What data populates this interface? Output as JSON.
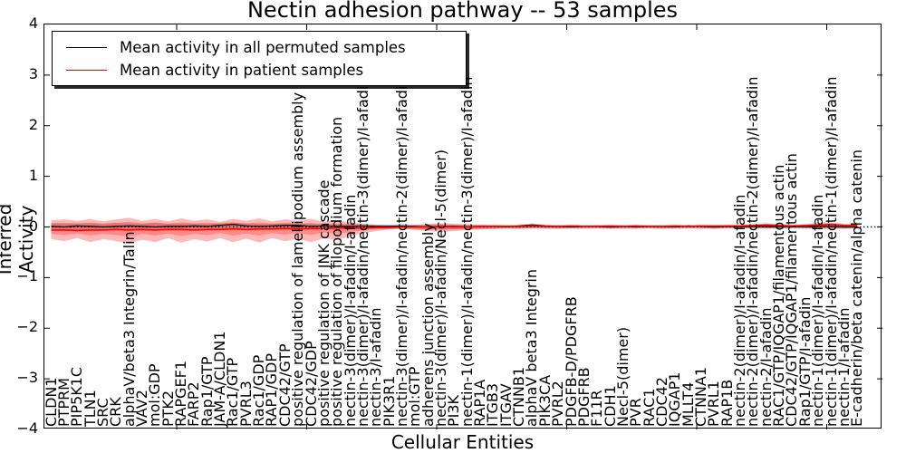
{
  "figure": {
    "title": "Nectin adhesion pathway -- 53 samples",
    "xlabel": "Cellular Entities",
    "ylabel": "Inferred Activity"
  },
  "legend": {
    "items": [
      {
        "label": "Mean activity in all permuted samples",
        "color": "#000000"
      },
      {
        "label": "Mean activity in patient samples",
        "color": "#ff0000"
      }
    ],
    "position": "upper left"
  },
  "axes": {
    "y_tick_values": [
      4,
      3,
      2,
      1,
      0,
      -1,
      -2,
      -3,
      -4
    ],
    "y_tick_labels": [
      "4",
      "3",
      "2",
      "1",
      "0",
      "−1",
      "−2",
      "−3",
      "−4"
    ],
    "x_major_tick_every": 10
  },
  "chart_data": {
    "type": "line",
    "title": "Nectin adhesion pathway -- 53 samples",
    "xlabel": "Cellular Entities",
    "ylabel": "Inferred Activity",
    "ylim": [
      -4,
      4
    ],
    "grid": false,
    "legend_position": "upper left",
    "zero_line": {
      "style": "dotted",
      "color": "#000000",
      "y": 0
    },
    "categories": [
      "CLDN1",
      "PTPRM",
      "PIP5K1C",
      "TLN1",
      "SRC",
      "CRK",
      "alphaV/beta3 Integrin/Talin",
      "VAV2",
      "mol:GDP",
      "PTK2",
      "RAPGEF1",
      "FARP2",
      "Rap1/GTP",
      "JAM-A/CLDN1",
      "Rac1/GTP",
      "PVRL3",
      "Rac1/GDP",
      "RAP1/GDP",
      "CDC42/GTP",
      "positive regulation of lamellipodium assembly",
      "CDC42/GDP",
      "positive regulation of JNK cascade",
      "positive regulation of filopodium formation",
      "nectin-3(dimer)/I-afadin/I-afadin",
      "nectin-3(dimer)/I-afadin/nectin-3(dimer)/I-afadin",
      "nectin-3/I-afadin",
      "PIK3R1",
      "nectin-3(dimer)/I-afadin/nectin-2(dimer)/I-afadin",
      "mol:GTP",
      "adherens junction assembly",
      "nectin-3(dimer)/I-afadin/Necl-5(dimer)",
      "PI3K",
      "nectin-1(dimer)/I-afadin/nectin-3(dimer)/I-afadin",
      "RAP1A",
      "ITGB3",
      "ITGAV",
      "CTNNB1",
      "alphaV beta3 Integrin",
      "PIK3CA",
      "PVRL2",
      "PDGFB-D/PDGFRB",
      "PDGFRB",
      "F11R",
      "CDH1",
      "Necl-5(dimer)",
      "PVR",
      "RAC1",
      "CDC42",
      "IQGAP1",
      "MLLT4",
      "CTNNA1",
      "PVRL1",
      "RAP1B",
      "nectin-2(dimer)/I-afadin/I-afadin",
      "nectin-2(dimer)/I-afadin/nectin-2(dimer)/I-afadin",
      "nectin-2/I-afadin",
      "RAC1/GTP/IQGAP1/filamentous actin",
      "CDC42/GTP/IQGAP1/filamentous actin",
      "Rap1/GTP/I-afadin",
      "nectin-1(dimer)/I-afadin/I-afadin",
      "nectin-1(dimer)/I-afadin/nectin-1(dimer)/I-afadin",
      "nectin-1/I-afadin",
      "E-cadherin/beta catenin/alpha catenin"
    ],
    "series": [
      {
        "name": "Mean activity in all permuted samples",
        "color": "#000000",
        "values": [
          0.01,
          0.0,
          0.02,
          0.01,
          0.0,
          0.01,
          0.02,
          0.01,
          0.0,
          0.01,
          0.01,
          0.02,
          0.01,
          0.03,
          0.05,
          0.02,
          0.01,
          0.02,
          0.03,
          0.03,
          0.01,
          0.02,
          0.01,
          0.01,
          0.02,
          0.01,
          0.01,
          0.02,
          0.01,
          0.0,
          0.01,
          0.01,
          0.0,
          0.01,
          0.01,
          0.0,
          0.02,
          0.04,
          0.02,
          0.01,
          0.0,
          0.01,
          0.01,
          0.0,
          0.01,
          0.0,
          0.01,
          0.01,
          0.0,
          0.02,
          0.01,
          0.0,
          0.01,
          0.0,
          0.01,
          0.01,
          0.0,
          0.01,
          0.0,
          0.01,
          0.01,
          0.0,
          0.0
        ]
      },
      {
        "name": "Mean activity in patient samples",
        "color": "#ff0000",
        "values": [
          -0.06,
          -0.06,
          -0.07,
          -0.06,
          -0.06,
          -0.05,
          -0.06,
          -0.05,
          -0.06,
          -0.05,
          -0.05,
          -0.06,
          -0.05,
          -0.05,
          -0.04,
          -0.05,
          -0.04,
          -0.04,
          -0.03,
          -0.04,
          -0.03,
          -0.03,
          -0.02,
          -0.02,
          -0.02,
          -0.01,
          -0.01,
          0.0,
          0.0,
          0.0,
          0.01,
          0.0,
          0.0,
          0.01,
          0.01,
          0.01,
          0.01,
          0.02,
          0.01,
          0.01,
          0.02,
          0.01,
          0.01,
          0.02,
          0.01,
          0.02,
          0.01,
          0.01,
          0.02,
          0.01,
          0.02,
          0.02,
          0.02,
          0.02,
          0.03,
          0.04,
          0.03,
          0.02,
          0.03,
          0.04,
          0.05,
          0.03,
          0.03
        ]
      }
    ],
    "bands": [
      {
        "name": "permuted-samples-band",
        "color": "#808080",
        "alpha": 0.35,
        "hi": [
          0.08,
          0.07,
          0.08,
          0.07,
          0.07,
          0.08,
          0.07,
          0.07,
          0.08,
          0.07,
          0.07,
          0.07,
          0.06,
          0.08,
          0.09,
          0.07,
          0.06,
          0.07,
          0.07,
          0.07,
          0.06,
          0.06,
          0.06,
          0.06,
          0.06,
          0.05,
          0.05,
          0.06,
          0.05,
          0.05,
          0.06,
          0.05,
          0.05,
          0.05,
          0.05,
          0.04,
          0.05,
          0.07,
          0.05,
          0.04,
          0.04,
          0.04,
          0.04,
          0.04,
          0.04,
          0.04,
          0.04,
          0.04,
          0.04,
          0.04,
          0.04,
          0.03,
          0.04,
          0.03,
          0.04,
          0.04,
          0.03,
          0.04,
          0.03,
          0.04,
          0.04,
          0.03,
          0.03
        ],
        "lo": [
          -0.07,
          -0.07,
          -0.06,
          -0.07,
          -0.07,
          -0.06,
          -0.07,
          -0.07,
          -0.06,
          -0.07,
          -0.07,
          -0.06,
          -0.06,
          -0.06,
          -0.05,
          -0.06,
          -0.06,
          -0.06,
          -0.05,
          -0.05,
          -0.06,
          -0.05,
          -0.05,
          -0.05,
          -0.05,
          -0.05,
          -0.05,
          -0.04,
          -0.05,
          -0.05,
          -0.04,
          -0.05,
          -0.05,
          -0.04,
          -0.04,
          -0.04,
          -0.04,
          -0.03,
          -0.04,
          -0.04,
          -0.04,
          -0.04,
          -0.03,
          -0.04,
          -0.04,
          -0.04,
          -0.03,
          -0.04,
          -0.04,
          -0.03,
          -0.04,
          -0.04,
          -0.03,
          -0.04,
          -0.03,
          -0.03,
          -0.04,
          -0.03,
          -0.04,
          -0.03,
          -0.03,
          -0.04,
          -0.03
        ]
      },
      {
        "name": "patient-samples-band-outer",
        "color": "#ff0000",
        "alpha": 0.28,
        "hi": [
          0.13,
          0.15,
          0.12,
          0.16,
          0.11,
          0.15,
          0.18,
          0.12,
          0.16,
          0.11,
          0.17,
          0.12,
          0.15,
          0.1,
          0.16,
          0.12,
          0.17,
          0.11,
          0.15,
          0.12,
          0.16,
          0.1,
          0.13,
          0.09,
          0.06,
          0.04,
          0.03,
          0.02,
          0.04,
          0.06,
          0.07,
          0.06,
          0.05,
          0.04,
          0.03,
          0.03,
          0.02,
          0.03,
          0.02,
          0.03,
          0.02,
          0.02,
          0.03,
          0.02,
          0.02,
          0.03,
          0.02,
          0.02,
          0.03,
          0.02,
          0.03,
          0.02,
          0.03,
          0.04,
          0.05,
          0.07,
          0.05,
          0.04,
          0.05,
          0.08,
          0.09,
          0.06,
          0.05
        ],
        "lo": [
          -0.24,
          -0.28,
          -0.22,
          -0.3,
          -0.24,
          -0.28,
          -0.33,
          -0.25,
          -0.3,
          -0.22,
          -0.31,
          -0.24,
          -0.29,
          -0.22,
          -0.3,
          -0.23,
          -0.31,
          -0.22,
          -0.28,
          -0.23,
          -0.3,
          -0.22,
          -0.26,
          -0.18,
          -0.12,
          -0.08,
          -0.05,
          -0.03,
          -0.06,
          -0.08,
          -0.1,
          -0.08,
          -0.06,
          -0.05,
          -0.04,
          -0.02,
          -0.03,
          -0.02,
          -0.02,
          -0.03,
          -0.02,
          -0.02,
          -0.02,
          -0.03,
          -0.02,
          -0.02,
          -0.02,
          -0.03,
          -0.02,
          -0.02,
          -0.02,
          -0.03,
          -0.02,
          -0.02,
          -0.02,
          -0.03,
          -0.02,
          -0.02,
          -0.02,
          -0.04,
          -0.04,
          -0.03,
          -0.02
        ]
      },
      {
        "name": "patient-samples-band-inner",
        "color": "#ff0000",
        "alpha": 0.25,
        "hi": [
          0.07,
          0.08,
          0.06,
          0.09,
          0.06,
          0.08,
          0.1,
          0.07,
          0.09,
          0.06,
          0.09,
          0.07,
          0.08,
          0.06,
          0.09,
          0.07,
          0.09,
          0.06,
          0.08,
          0.06,
          0.08,
          0.05,
          0.06,
          0.05,
          0.03,
          0.02,
          0.02,
          0.01,
          0.02,
          0.03,
          0.04,
          0.03,
          0.03,
          0.02,
          0.02,
          0.02,
          0.01,
          0.02,
          0.01,
          0.02,
          0.01,
          0.01,
          0.02,
          0.01,
          0.01,
          0.02,
          0.01,
          0.01,
          0.02,
          0.01,
          0.02,
          0.01,
          0.02,
          0.02,
          0.03,
          0.04,
          0.03,
          0.02,
          0.03,
          0.05,
          0.05,
          0.03,
          0.03
        ],
        "lo": [
          -0.14,
          -0.16,
          -0.13,
          -0.17,
          -0.14,
          -0.16,
          -0.19,
          -0.14,
          -0.17,
          -0.13,
          -0.18,
          -0.14,
          -0.16,
          -0.12,
          -0.17,
          -0.13,
          -0.17,
          -0.12,
          -0.15,
          -0.12,
          -0.16,
          -0.11,
          -0.13,
          -0.1,
          -0.07,
          -0.04,
          -0.03,
          -0.02,
          -0.03,
          -0.05,
          -0.06,
          -0.05,
          -0.04,
          -0.03,
          -0.02,
          -0.01,
          -0.02,
          -0.01,
          -0.01,
          -0.02,
          -0.01,
          -0.01,
          -0.01,
          -0.02,
          -0.01,
          -0.01,
          -0.01,
          -0.02,
          -0.01,
          -0.01,
          -0.01,
          -0.02,
          -0.01,
          -0.01,
          -0.01,
          -0.02,
          -0.01,
          -0.01,
          -0.01,
          -0.02,
          -0.02,
          -0.02,
          -0.01
        ]
      }
    ]
  }
}
